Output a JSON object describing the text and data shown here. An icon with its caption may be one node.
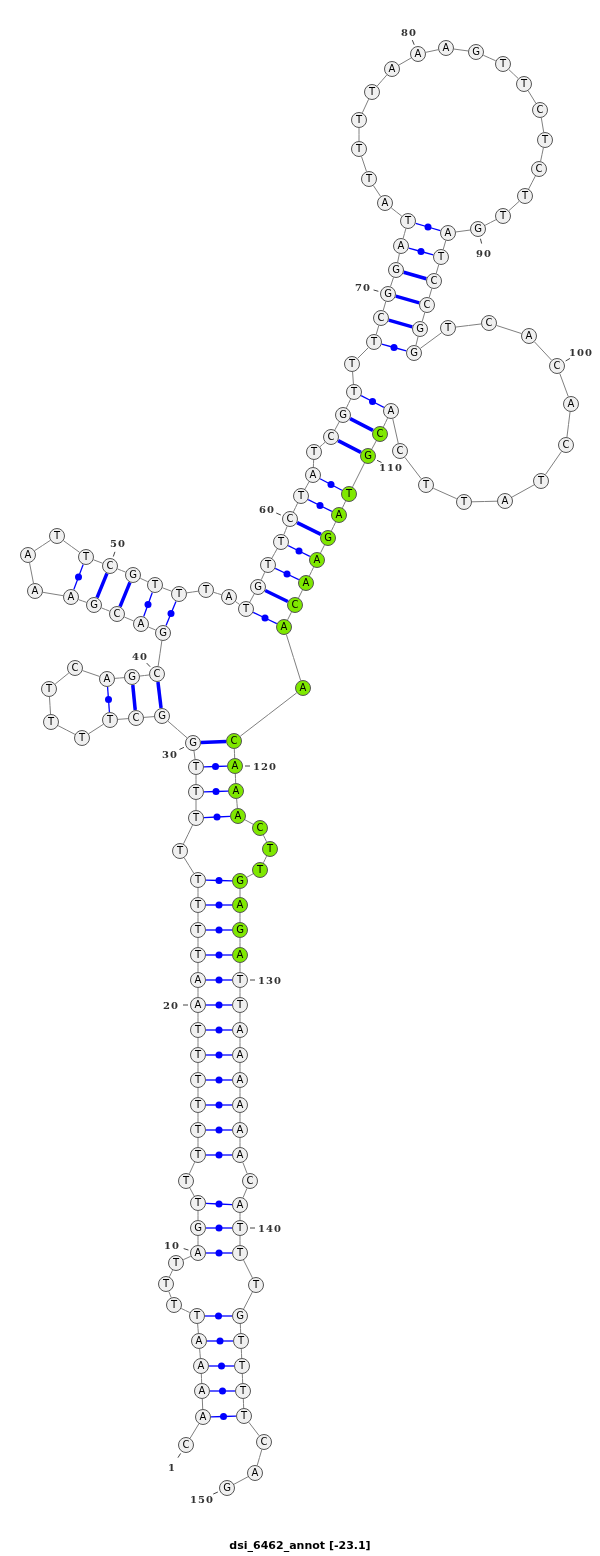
{
  "diagram": {
    "caption": "dsi_6462_annot [-23.1]",
    "nodes": [
      {
        "text": [
          "C"
        ],
        "beside": [
          "1"
        ]
      },
      {
        "text": [
          "A"
        ]
      },
      {
        "text": [
          "A"
        ]
      },
      {
        "text": [
          "A"
        ]
      },
      {
        "text": [
          "A"
        ]
      },
      {
        "text": [
          "T"
        ]
      },
      {
        "text": [
          "T"
        ]
      },
      {
        "text": [
          "T"
        ]
      },
      {
        "text": [
          "T"
        ]
      },
      {
        "text": [
          "A"
        ],
        "beside": [
          "10"
        ]
      },
      {
        "text": [
          "G"
        ]
      },
      {
        "text": [
          "T"
        ]
      },
      {
        "text": [
          "T"
        ]
      },
      {
        "text": [
          "T"
        ]
      },
      {
        "text": [
          "T"
        ]
      },
      {
        "text": [
          "T"
        ]
      },
      {
        "text": [
          "T"
        ]
      },
      {
        "text": [
          "T"
        ]
      },
      {
        "text": [
          "T"
        ]
      },
      {
        "text": [
          "A"
        ],
        "beside": [
          "20"
        ]
      },
      {
        "text": [
          "A"
        ]
      },
      {
        "text": [
          "T"
        ]
      },
      {
        "text": [
          "T"
        ]
      },
      {
        "text": [
          "T"
        ]
      },
      {
        "text": [
          "T"
        ]
      },
      {
        "text": [
          "T"
        ]
      },
      {
        "text": [
          "T"
        ]
      },
      {
        "text": [
          "T"
        ]
      },
      {
        "text": [
          "T"
        ]
      },
      {
        "text": [
          "G"
        ],
        "beside": [
          "30"
        ]
      },
      {
        "text": [
          "G"
        ]
      },
      {
        "text": [
          "C"
        ]
      },
      {
        "text": [
          "T"
        ]
      },
      {
        "text": [
          "T"
        ]
      },
      {
        "text": [
          "T"
        ]
      },
      {
        "text": [
          "T"
        ]
      },
      {
        "text": [
          "C"
        ]
      },
      {
        "text": [
          "A"
        ]
      },
      {
        "text": [
          "G"
        ]
      },
      {
        "text": [
          "C"
        ],
        "beside": [
          "40"
        ]
      },
      {
        "text": [
          "G"
        ]
      },
      {
        "text": [
          "A"
        ]
      },
      {
        "text": [
          "C"
        ]
      },
      {
        "text": [
          "G"
        ]
      },
      {
        "text": [
          "A"
        ]
      },
      {
        "text": [
          "A"
        ]
      },
      {
        "text": [
          "A"
        ]
      },
      {
        "text": [
          "T"
        ]
      },
      {
        "text": [
          "T"
        ]
      },
      {
        "text": [
          "C"
        ],
        "beside": [
          "50"
        ]
      },
      {
        "text": [
          "G"
        ]
      },
      {
        "text": [
          "T"
        ]
      },
      {
        "text": [
          "T"
        ]
      },
      {
        "text": [
          "T"
        ]
      },
      {
        "text": [
          "A"
        ]
      },
      {
        "text": [
          "T"
        ]
      },
      {
        "text": [
          "G"
        ]
      },
      {
        "text": [
          "T"
        ]
      },
      {
        "text": [
          "T"
        ]
      },
      {
        "text": [
          "C"
        ],
        "beside": [
          "60"
        ]
      },
      {
        "text": [
          "T"
        ]
      },
      {
        "text": [
          "A"
        ]
      },
      {
        "text": [
          "T"
        ]
      },
      {
        "text": [
          "C"
        ]
      },
      {
        "text": [
          "G"
        ]
      },
      {
        "text": [
          "T"
        ]
      },
      {
        "text": [
          "T"
        ]
      },
      {
        "text": [
          "T"
        ]
      },
      {
        "text": [
          "C"
        ]
      },
      {
        "text": [
          "G"
        ],
        "beside": [
          "70"
        ]
      },
      {
        "text": [
          "G"
        ]
      },
      {
        "text": [
          "A"
        ]
      },
      {
        "text": [
          "T"
        ]
      },
      {
        "text": [
          "A"
        ]
      },
      {
        "text": [
          "T"
        ]
      },
      {
        "text": [
          "T"
        ]
      },
      {
        "text": [
          "T"
        ]
      },
      {
        "text": [
          "T"
        ]
      },
      {
        "text": [
          "A"
        ]
      },
      {
        "text": [
          "A"
        ],
        "beside": [
          "80"
        ]
      },
      {
        "text": [
          "A"
        ]
      },
      {
        "text": [
          "G"
        ]
      },
      {
        "text": [
          "T"
        ]
      },
      {
        "text": [
          "T"
        ]
      },
      {
        "text": [
          "C"
        ]
      },
      {
        "text": [
          "T"
        ]
      },
      {
        "text": [
          "C"
        ]
      },
      {
        "text": [
          "T"
        ]
      },
      {
        "text": [
          "T"
        ]
      },
      {
        "text": [
          "G"
        ],
        "beside": [
          "90"
        ]
      },
      {
        "text": [
          "A"
        ]
      },
      {
        "text": [
          "T"
        ]
      },
      {
        "text": [
          "C"
        ]
      },
      {
        "text": [
          "C"
        ]
      },
      {
        "text": [
          "G"
        ]
      },
      {
        "text": [
          "G"
        ]
      },
      {
        "text": [
          "T"
        ]
      },
      {
        "text": [
          "C"
        ]
      },
      {
        "text": [
          "A"
        ]
      },
      {
        "text": [
          "C"
        ],
        "beside": [
          "100"
        ]
      },
      {
        "text": [
          "A"
        ]
      },
      {
        "text": [
          "C"
        ]
      },
      {
        "text": [
          "T"
        ]
      },
      {
        "text": [
          "A"
        ]
      },
      {
        "text": [
          "T"
        ]
      },
      {
        "text": [
          "T"
        ]
      },
      {
        "text": [
          "C"
        ]
      },
      {
        "text": [
          "A"
        ]
      },
      {
        "text": [
          "C"
        ]
      },
      {
        "text": [
          "G"
        ],
        "beside": [
          "110"
        ]
      },
      {
        "text": [
          "T"
        ]
      },
      {
        "text": [
          "A"
        ]
      },
      {
        "text": [
          "G"
        ]
      },
      {
        "text": [
          "A"
        ]
      },
      {
        "text": [
          "A"
        ]
      },
      {
        "text": [
          "C"
        ]
      },
      {
        "text": [
          "A"
        ]
      },
      {
        "text": [
          "A"
        ]
      },
      {
        "text": [
          "C"
        ]
      },
      {
        "text": [
          "A"
        ],
        "beside": [
          "120"
        ]
      },
      {
        "text": [
          "A"
        ]
      },
      {
        "text": [
          "A"
        ]
      },
      {
        "text": [
          "C"
        ]
      },
      {
        "text": [
          "T"
        ]
      },
      {
        "text": [
          "T"
        ]
      },
      {
        "text": [
          "G"
        ]
      },
      {
        "text": [
          "A"
        ]
      },
      {
        "text": [
          "G"
        ]
      },
      {
        "text": [
          "A"
        ]
      },
      {
        "text": [
          "T"
        ],
        "beside": [
          "130"
        ]
      },
      {
        "text": [
          "T"
        ]
      },
      {
        "text": [
          "A"
        ]
      },
      {
        "text": [
          "A"
        ]
      },
      {
        "text": [
          "A"
        ]
      },
      {
        "text": [
          "A"
        ]
      },
      {
        "text": [
          "A"
        ]
      },
      {
        "text": [
          "A"
        ]
      },
      {
        "text": [
          "C"
        ]
      },
      {
        "text": [
          "A"
        ]
      },
      {
        "text": [
          "T"
        ],
        "beside": [
          "140"
        ]
      },
      {
        "text": [
          "T"
        ]
      },
      {
        "text": [
          "T"
        ]
      },
      {
        "text": [
          "G"
        ]
      },
      {
        "text": [
          "T"
        ]
      },
      {
        "text": [
          "T"
        ]
      },
      {
        "text": [
          "T"
        ]
      },
      {
        "text": [
          "T"
        ]
      },
      {
        "text": [
          "C"
        ]
      },
      {
        "text": [
          "A"
        ]
      },
      {
        "text": [
          "G"
        ],
        "beside": [
          "150"
        ]
      }
    ],
    "edges": [
      {
        "from": 0,
        "to": 1,
        "arrow": "none"
      },
      {
        "from": 1,
        "to": 2,
        "arrow": "none"
      },
      {
        "from": 2,
        "to": 3,
        "arrow": "none"
      },
      {
        "from": 3,
        "to": 4,
        "arrow": "none"
      },
      {
        "from": 4,
        "to": 5,
        "arrow": "none"
      },
      {
        "from": 5,
        "to": 6,
        "arrow": "none"
      },
      {
        "from": 6,
        "to": 7,
        "arrow": "none"
      },
      {
        "from": 7,
        "to": 8,
        "arrow": "none"
      },
      {
        "from": 8,
        "to": 9,
        "arrow": "none"
      },
      {
        "from": 9,
        "to": 10,
        "arrow": "none"
      },
      {
        "from": 10,
        "to": 11,
        "arrow": "none"
      },
      {
        "from": 11,
        "to": 12,
        "arrow": "none"
      },
      {
        "from": 12,
        "to": 13,
        "arrow": "none"
      },
      {
        "from": 13,
        "to": 14,
        "arrow": "none"
      },
      {
        "from": 14,
        "to": 15,
        "arrow": "none"
      },
      {
        "from": 15,
        "to": 16,
        "arrow": "none"
      },
      {
        "from": 16,
        "to": 17,
        "arrow": "none"
      },
      {
        "from": 17,
        "to": 18,
        "arrow": "none"
      },
      {
        "from": 18,
        "to": 19,
        "arrow": "none"
      },
      {
        "from": 19,
        "to": 20,
        "arrow": "none"
      },
      {
        "from": 20,
        "to": 21,
        "arrow": "none"
      },
      {
        "from": 21,
        "to": 22,
        "arrow": "none"
      },
      {
        "from": 22,
        "to": 23,
        "arrow": "none"
      },
      {
        "from": 23,
        "to": 24,
        "arrow": "none"
      },
      {
        "from": 24,
        "to": 25,
        "arrow": "none"
      },
      {
        "from": 25,
        "to": 26,
        "arrow": "none"
      },
      {
        "from": 26,
        "to": 27,
        "arrow": "none"
      },
      {
        "from": 27,
        "to": 28,
        "arrow": "none"
      },
      {
        "from": 28,
        "to": 29,
        "arrow": "none"
      },
      {
        "from": 29,
        "to": 30,
        "arrow": "none"
      },
      {
        "from": 30,
        "to": 31,
        "arrow": "none"
      },
      {
        "from": 31,
        "to": 32,
        "arrow": "none"
      },
      {
        "from": 32,
        "to": 33,
        "arrow": "none"
      },
      {
        "from": 33,
        "to": 34,
        "arrow": "none"
      },
      {
        "from": 34,
        "to": 35,
        "arrow": "none"
      },
      {
        "from": 35,
        "to": 36,
        "arrow": "none"
      },
      {
        "from": 36,
        "to": 37,
        "arrow": "none"
      },
      {
        "from": 37,
        "to": 38,
        "arrow": "none"
      },
      {
        "from": 38,
        "to": 39,
        "arrow": "none"
      },
      {
        "from": 39,
        "to": 40,
        "arrow": "none"
      },
      {
        "from": 40,
        "to": 41,
        "arrow": "none"
      },
      {
        "from": 41,
        "to": 42,
        "arrow": "none"
      },
      {
        "from": 42,
        "to": 43,
        "arrow": "none"
      },
      {
        "from": 43,
        "to": 44,
        "arrow": "none"
      },
      {
        "from": 44,
        "to": 45,
        "arrow": "none"
      },
      {
        "from": 45,
        "to": 46,
        "arrow": "none"
      },
      {
        "from": 46,
        "to": 47,
        "arrow": "none"
      },
      {
        "from": 47,
        "to": 48,
        "arrow": "none"
      },
      {
        "from": 48,
        "to": 49,
        "arrow": "none"
      },
      {
        "from": 49,
        "to": 50,
        "arrow": "none"
      },
      {
        "from": 50,
        "to": 51,
        "arrow": "none"
      },
      {
        "from": 51,
        "to": 52,
        "arrow": "none"
      },
      {
        "from": 52,
        "to": 53,
        "arrow": "none"
      },
      {
        "from": 53,
        "to": 54,
        "arrow": "none"
      },
      {
        "from": 54,
        "to": 55,
        "arrow": "none"
      },
      {
        "from": 55,
        "to": 56,
        "arrow": "none"
      },
      {
        "from": 56,
        "to": 57,
        "arrow": "none"
      },
      {
        "from": 57,
        "to": 58,
        "arrow": "none"
      },
      {
        "from": 58,
        "to": 59,
        "arrow": "none"
      },
      {
        "from": 59,
        "to": 60,
        "arrow": "none"
      },
      {
        "from": 60,
        "to": 61,
        "arrow": "none"
      },
      {
        "from": 61,
        "to": 62,
        "arrow": "none"
      },
      {
        "from": 62,
        "to": 63,
        "arrow": "none"
      },
      {
        "from": 63,
        "to": 64,
        "arrow": "none"
      },
      {
        "from": 64,
        "to": 65,
        "arrow": "none"
      },
      {
        "from": 65,
        "to": 66,
        "arrow": "none"
      },
      {
        "from": 66,
        "to": 67,
        "arrow": "none"
      },
      {
        "from": 67,
        "to": 68,
        "arrow": "none"
      },
      {
        "from": 68,
        "to": 69,
        "arrow": "none"
      },
      {
        "from": 69,
        "to": 70,
        "arrow": "none"
      },
      {
        "from": 70,
        "to": 71,
        "arrow": "none"
      },
      {
        "from": 71,
        "to": 72,
        "arrow": "none"
      },
      {
        "from": 72,
        "to": 73,
        "arrow": "none"
      },
      {
        "from": 73,
        "to": 74,
        "arrow": "none"
      },
      {
        "from": 74,
        "to": 75,
        "arrow": "none"
      },
      {
        "from": 75,
        "to": 76,
        "arrow": "none"
      },
      {
        "from": 76,
        "to": 77,
        "arrow": "none"
      },
      {
        "from": 77,
        "to": 78,
        "arrow": "none"
      },
      {
        "from": 78,
        "to": 79,
        "arrow": "none"
      },
      {
        "from": 79,
        "to": 80,
        "arrow": "none"
      },
      {
        "from": 80,
        "to": 81,
        "arrow": "none"
      },
      {
        "from": 81,
        "to": 82,
        "arrow": "none"
      },
      {
        "from": 82,
        "to": 83,
        "arrow": "none"
      },
      {
        "from": 83,
        "to": 84,
        "arrow": "none"
      },
      {
        "from": 84,
        "to": 85,
        "arrow": "none"
      },
      {
        "from": 85,
        "to": 86,
        "arrow": "none"
      },
      {
        "from": 86,
        "to": 87,
        "arrow": "none"
      },
      {
        "from": 87,
        "to": 88,
        "arrow": "none"
      },
      {
        "from": 88,
        "to": 89,
        "arrow": "none"
      },
      {
        "from": 89,
        "to": 90,
        "arrow": "none"
      },
      {
        "from": 90,
        "to": 91,
        "arrow": "none"
      },
      {
        "from": 91,
        "to": 92,
        "arrow": "none"
      },
      {
        "from": 92,
        "to": 93,
        "arrow": "none"
      },
      {
        "from": 93,
        "to": 94,
        "arrow": "none"
      },
      {
        "from": 94,
        "to": 95,
        "arrow": "none"
      },
      {
        "from": 95,
        "to": 96,
        "arrow": "none"
      },
      {
        "from": 96,
        "to": 97,
        "arrow": "none"
      },
      {
        "from": 97,
        "to": 98,
        "arrow": "none"
      },
      {
        "from": 98,
        "to": 99,
        "arrow": "none"
      },
      {
        "from": 99,
        "to": 100,
        "arrow": "none"
      },
      {
        "from": 100,
        "to": 101,
        "arrow": "none"
      },
      {
        "from": 101,
        "to": 102,
        "arrow": "none"
      },
      {
        "from": 102,
        "to": 103,
        "arrow": "none"
      },
      {
        "from": 103,
        "to": 104,
        "arrow": "none"
      },
      {
        "from": 104,
        "to": 105,
        "arrow": "none"
      },
      {
        "from": 105,
        "to": 106,
        "arrow": "none"
      },
      {
        "from": 106,
        "to": 107,
        "arrow": "none"
      },
      {
        "from": 107,
        "to": 108,
        "arrow": "none"
      },
      {
        "from": 108,
        "to": 109,
        "arrow": "none"
      },
      {
        "from": 109,
        "to": 110,
        "arrow": "none"
      },
      {
        "from": 110,
        "to": 111,
        "arrow": "none"
      },
      {
        "from": 111,
        "to": 112,
        "arrow": "none"
      },
      {
        "from": 112,
        "to": 113,
        "arrow": "none"
      },
      {
        "from": 113,
        "to": 114,
        "arrow": "none"
      },
      {
        "from": 114,
        "to": 115,
        "arrow": "none"
      },
      {
        "from": 115,
        "to": 116,
        "arrow": "none"
      },
      {
        "from": 116,
        "to": 117,
        "arrow": "none"
      },
      {
        "from": 117,
        "to": 118,
        "arrow": "none"
      },
      {
        "from": 118,
        "to": 119,
        "arrow": "none"
      },
      {
        "from": 119,
        "to": 120,
        "arrow": "none"
      },
      {
        "from": 120,
        "to": 121,
        "arrow": "none"
      },
      {
        "from": 121,
        "to": 122,
        "arrow": "none"
      },
      {
        "from": 122,
        "to": 123,
        "arrow": "none"
      },
      {
        "from": 123,
        "to": 124,
        "arrow": "none"
      },
      {
        "from": 124,
        "to": 125,
        "arrow": "none"
      },
      {
        "from": 125,
        "to": 126,
        "arrow": "none"
      },
      {
        "from": 126,
        "to": 127,
        "arrow": "none"
      },
      {
        "from": 127,
        "to": 128,
        "arrow": "none"
      },
      {
        "from": 128,
        "to": 129,
        "arrow": "none"
      },
      {
        "from": 129,
        "to": 130,
        "arrow": "none"
      },
      {
        "from": 130,
        "to": 131,
        "arrow": "none"
      },
      {
        "from": 131,
        "to": 132,
        "arrow": "none"
      },
      {
        "from": 132,
        "to": 133,
        "arrow": "none"
      },
      {
        "from": 133,
        "to": 134,
        "arrow": "none"
      },
      {
        "from": 134,
        "to": 135,
        "arrow": "none"
      },
      {
        "from": 135,
        "to": 136,
        "arrow": "none"
      },
      {
        "from": 136,
        "to": 137,
        "arrow": "none"
      },
      {
        "from": 137,
        "to": 138,
        "arrow": "none"
      },
      {
        "from": 138,
        "to": 139,
        "arrow": "none"
      },
      {
        "from": 139,
        "to": 140,
        "arrow": "none"
      },
      {
        "from": 140,
        "to": 141,
        "arrow": "none"
      },
      {
        "from": 141,
        "to": 142,
        "arrow": "none"
      },
      {
        "from": 142,
        "to": 143,
        "arrow": "none"
      },
      {
        "from": 143,
        "to": 144,
        "arrow": "none"
      },
      {
        "from": 144,
        "to": 145,
        "arrow": "none"
      },
      {
        "from": 145,
        "to": 146,
        "arrow": "none"
      },
      {
        "from": 146,
        "to": 147,
        "arrow": "none"
      },
      {
        "from": 147,
        "to": 148,
        "arrow": "none"
      },
      {
        "from": 148,
        "to": 149,
        "arrow": "none"
      },
      {
        "from": 1,
        "to": 146,
        "arrow": "none",
        "color": "#0000ff"
      },
      {
        "from": 2,
        "to": 145,
        "arrow": "none",
        "color": "#0000ff"
      },
      {
        "from": 3,
        "to": 144,
        "arrow": "none",
        "color": "#0000ff"
      },
      {
        "from": 4,
        "to": 143,
        "arrow": "none",
        "color": "#0000ff"
      },
      {
        "from": 5,
        "to": 142,
        "arrow": "none",
        "color": "#0000ff"
      },
      {
        "from": 9,
        "to": 140,
        "arrow": "none",
        "color": "#0000ff"
      },
      {
        "from": 10,
        "to": 139,
        "arrow": "none",
        "color": "#0000ff"
      },
      {
        "from": 11,
        "to": 138,
        "arrow": "none",
        "color": "#0000ff"
      },
      {
        "from": 13,
        "to": 136,
        "arrow": "none",
        "color": "#0000ff"
      },
      {
        "from": 14,
        "to": 135,
        "arrow": "none",
        "color": "#0000ff"
      },
      {
        "from": 15,
        "to": 134,
        "arrow": "none",
        "color": "#0000ff"
      },
      {
        "from": 16,
        "to": 133,
        "arrow": "none",
        "color": "#0000ff"
      },
      {
        "from": 17,
        "to": 132,
        "arrow": "none",
        "color": "#0000ff"
      },
      {
        "from": 18,
        "to": 131,
        "arrow": "none",
        "color": "#0000ff"
      },
      {
        "from": 19,
        "to": 130,
        "arrow": "none",
        "color": "#0000ff"
      },
      {
        "from": 20,
        "to": 129,
        "arrow": "none",
        "color": "#0000ff"
      },
      {
        "from": 21,
        "to": 128,
        "arrow": "none",
        "color": "#0000ff"
      },
      {
        "from": 22,
        "to": 127,
        "arrow": "none",
        "color": "#0000ff"
      },
      {
        "from": 23,
        "to": 126,
        "arrow": "none",
        "color": "#0000ff"
      },
      {
        "from": 24,
        "to": 125,
        "arrow": "none",
        "color": "#0000ff"
      },
      {
        "from": 26,
        "to": 121,
        "arrow": "none",
        "color": "#0000ff"
      },
      {
        "from": 27,
        "to": 120,
        "arrow": "none",
        "color": "#0000ff"
      },
      {
        "from": 28,
        "to": 119,
        "arrow": "none",
        "color": "#0000ff"
      },
      {
        "from": 29,
        "to": 118,
        "arrow": "none",
        "style": "thick",
        "color": "#0000ff"
      },
      {
        "from": 30,
        "to": 39,
        "arrow": "none",
        "style": "thick",
        "color": "#0000ff"
      },
      {
        "from": 31,
        "to": 38,
        "arrow": "none",
        "style": "thick",
        "color": "#0000ff"
      },
      {
        "from": 32,
        "to": 37,
        "arrow": "none",
        "color": "#0000ff"
      },
      {
        "from": 40,
        "to": 52,
        "arrow": "none",
        "color": "#0000ff"
      },
      {
        "from": 41,
        "to": 51,
        "arrow": "none",
        "color": "#0000ff"
      },
      {
        "from": 42,
        "to": 50,
        "arrow": "none",
        "style": "thick",
        "color": "#0000ff"
      },
      {
        "from": 43,
        "to": 49,
        "arrow": "none",
        "style": "thick",
        "color": "#0000ff"
      },
      {
        "from": 44,
        "to": 48,
        "arrow": "none",
        "color": "#0000ff"
      },
      {
        "from": 55,
        "to": 116,
        "arrow": "none",
        "color": "#0000ff"
      },
      {
        "from": 56,
        "to": 115,
        "arrow": "none",
        "style": "thick",
        "color": "#0000ff"
      },
      {
        "from": 57,
        "to": 114,
        "arrow": "none",
        "color": "#0000ff"
      },
      {
        "from": 58,
        "to": 113,
        "arrow": "none",
        "color": "#0000ff"
      },
      {
        "from": 59,
        "to": 112,
        "arrow": "none",
        "style": "thick",
        "color": "#0000ff"
      },
      {
        "from": 60,
        "to": 111,
        "arrow": "none",
        "color": "#0000ff"
      },
      {
        "from": 61,
        "to": 110,
        "arrow": "none",
        "color": "#0000ff"
      },
      {
        "from": 63,
        "to": 109,
        "arrow": "none",
        "style": "thick",
        "color": "#0000ff"
      },
      {
        "from": 64,
        "to": 108,
        "arrow": "none",
        "style": "thick",
        "color": "#0000ff"
      },
      {
        "from": 65,
        "to": 107,
        "arrow": "none",
        "color": "#0000ff"
      },
      {
        "from": 67,
        "to": 95,
        "arrow": "none",
        "color": "#0000ff"
      },
      {
        "from": 68,
        "to": 94,
        "arrow": "none",
        "style": "thick",
        "color": "#0000ff"
      },
      {
        "from": 69,
        "to": 93,
        "arrow": "none",
        "style": "thick",
        "color": "#0000ff"
      },
      {
        "from": 70,
        "to": 92,
        "arrow": "none",
        "style": "thick",
        "color": "#0000ff"
      },
      {
        "from": 71,
        "to": 91,
        "arrow": "none",
        "color": "#0000ff"
      },
      {
        "from": 72,
        "to": 90,
        "arrow": "none",
        "color": "#0000ff"
      }
    ]
  }
}
